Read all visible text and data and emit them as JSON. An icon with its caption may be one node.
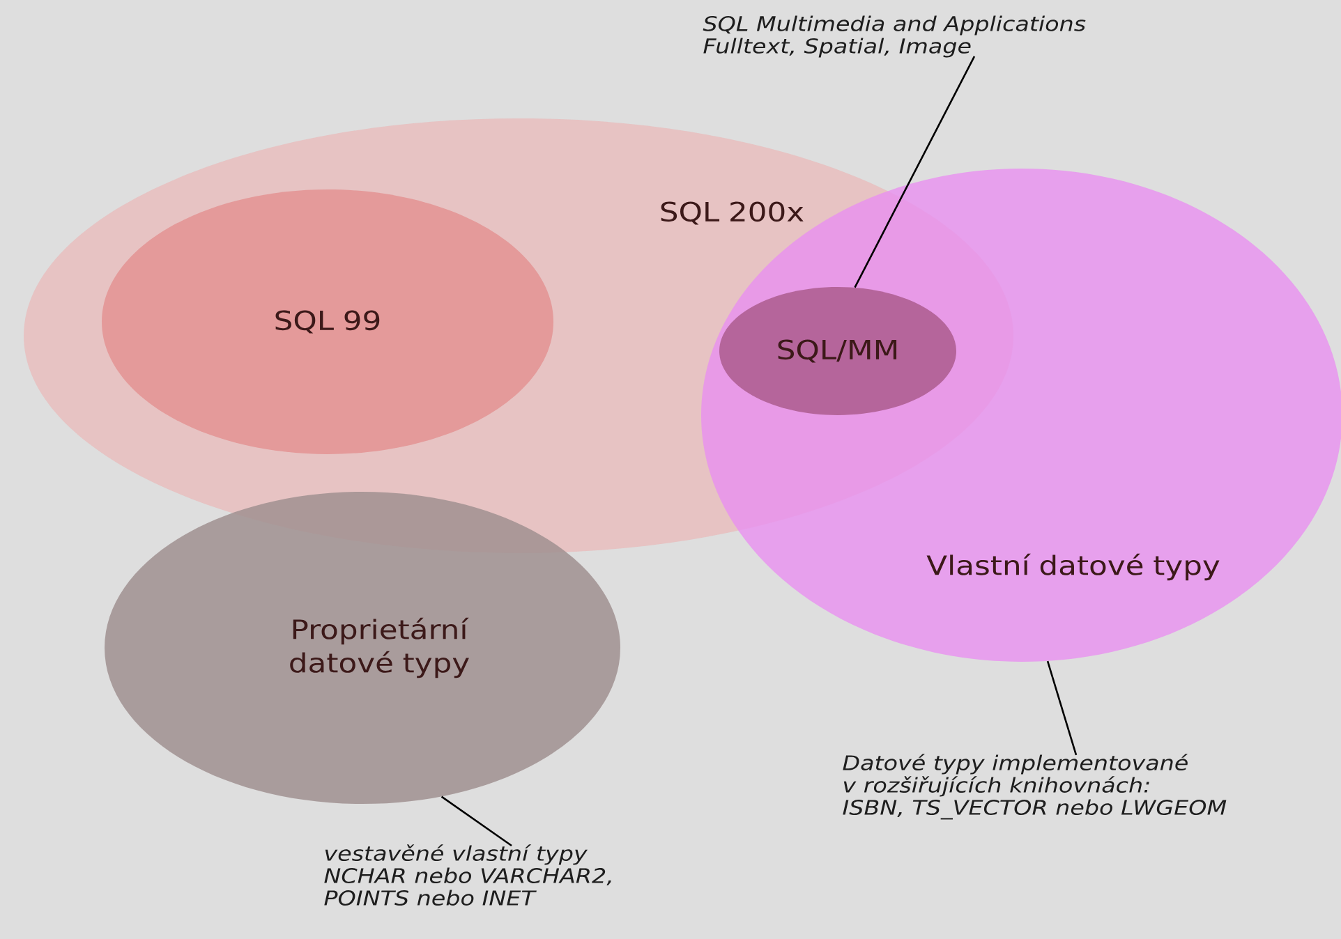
{
  "diagram": {
    "nodes": [
      {
        "text": [
          "SQL 200x"
        ]
      },
      {
        "text": [
          "SQL 99"
        ],
        "in": 0
      },
      {
        "text": [
          "Vlastní datové typy"
        ]
      },
      {
        "text": [
          "SQL/MM"
        ]
      },
      {
        "text": [
          "Proprietární datové typy"
        ]
      },
      {
        "text": [
          "SQL Multimedia and Applications Fulltext, Spatial, Image"
        ]
      },
      {
        "text": [
          "Datové typy implementované v rozšiřujících knihovnách: ISBN, TS_VECTOR nebo LWGEOM"
        ]
      },
      {
        "text": [
          "vestavěné vlastní typy NCHAR nebo VARCHAR2, POINTS nebo INET"
        ]
      }
    ],
    "edges": [
      {
        "from": 5,
        "to": 3,
        "arrow": "none"
      },
      {
        "from": 6,
        "to": 2,
        "arrow": "none"
      },
      {
        "from": 7,
        "to": 4,
        "arrow": "none"
      }
    ]
  }
}
